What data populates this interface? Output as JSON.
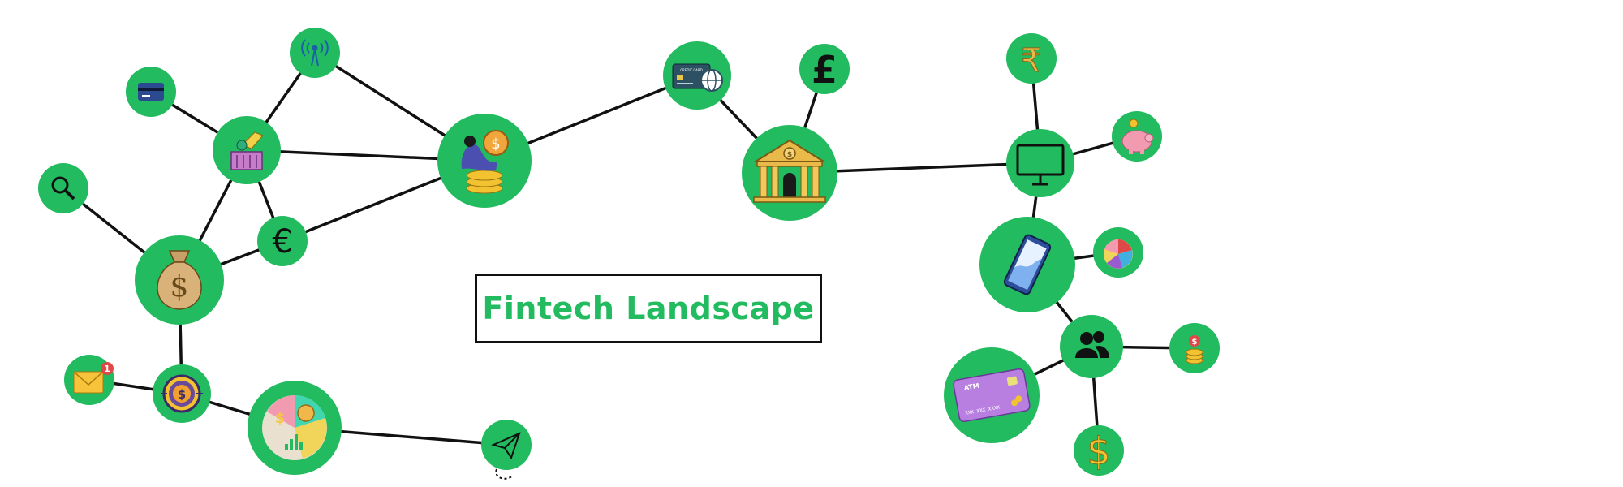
{
  "title": "Fintech Landscape",
  "colors": {
    "node": "#22bb5f",
    "edge": "#111111",
    "title_text": "#22bb5f",
    "gold": "#e9b94a",
    "purple": "#b87fe0",
    "pink": "#f29ab0",
    "card_blue": "#2c4a8f"
  },
  "icon_labels": {
    "credit_card": "CREDIT CARD",
    "atm_card": "ATM",
    "atm_number": "XXX XXX XXXX",
    "coin_symbol": "$",
    "pound": "£",
    "rupee": "₹",
    "euro": "€",
    "notification_count": "1"
  },
  "nodes": [
    {
      "id": "card-small",
      "icon": "credit-card-icon"
    },
    {
      "id": "antenna",
      "icon": "antenna-icon"
    },
    {
      "id": "donate",
      "icon": "donation-box-icon"
    },
    {
      "id": "search",
      "icon": "magnifier-icon"
    },
    {
      "id": "euro",
      "icon": "euro-icon"
    },
    {
      "id": "moneybag",
      "icon": "money-bag-icon"
    },
    {
      "id": "person-coin",
      "icon": "person-with-coin-icon"
    },
    {
      "id": "mail",
      "icon": "mail-notification-icon"
    },
    {
      "id": "target",
      "icon": "target-dollar-icon"
    },
    {
      "id": "piechart",
      "icon": "finance-pie-chart-icon"
    },
    {
      "id": "paperplane",
      "icon": "paper-plane-icon"
    },
    {
      "id": "creditcard-globe",
      "icon": "credit-card-globe-icon"
    },
    {
      "id": "pound",
      "icon": "pound-icon"
    },
    {
      "id": "bank",
      "icon": "bank-building-icon"
    },
    {
      "id": "rupee",
      "icon": "rupee-icon"
    },
    {
      "id": "monitor",
      "icon": "monitor-icon"
    },
    {
      "id": "piggy",
      "icon": "piggy-bank-icon"
    },
    {
      "id": "phone",
      "icon": "smartphone-icon"
    },
    {
      "id": "pie-small",
      "icon": "pie-chart-icon"
    },
    {
      "id": "users",
      "icon": "users-icon"
    },
    {
      "id": "coins",
      "icon": "coins-icon"
    },
    {
      "id": "atm",
      "icon": "atm-card-icon"
    },
    {
      "id": "dollar",
      "icon": "dollar-icon"
    }
  ],
  "edges": [
    [
      "card-small",
      "donate"
    ],
    [
      "antenna",
      "donate"
    ],
    [
      "antenna",
      "person-coin"
    ],
    [
      "donate",
      "person-coin"
    ],
    [
      "donate",
      "euro"
    ],
    [
      "donate",
      "moneybag"
    ],
    [
      "search",
      "moneybag"
    ],
    [
      "euro",
      "moneybag"
    ],
    [
      "euro",
      "person-coin"
    ],
    [
      "moneybag",
      "target"
    ],
    [
      "mail",
      "target"
    ],
    [
      "target",
      "piechart"
    ],
    [
      "piechart",
      "paperplane"
    ],
    [
      "person-coin",
      "creditcard-globe"
    ],
    [
      "creditcard-globe",
      "bank"
    ],
    [
      "pound",
      "bank"
    ],
    [
      "bank",
      "monitor"
    ],
    [
      "rupee",
      "monitor"
    ],
    [
      "monitor",
      "piggy"
    ],
    [
      "monitor",
      "phone"
    ],
    [
      "phone",
      "pie-small"
    ],
    [
      "phone",
      "users"
    ],
    [
      "users",
      "coins"
    ],
    [
      "users",
      "atm"
    ],
    [
      "users",
      "dollar"
    ]
  ]
}
